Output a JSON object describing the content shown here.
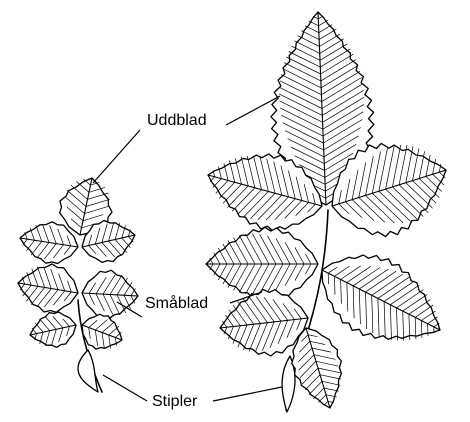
{
  "labels": {
    "terminal_leaflet": "Uddblad",
    "leaflet": "Småblad",
    "stipules": "Stipler"
  },
  "colors": {
    "ink": "#000000",
    "background": "#ffffff"
  }
}
